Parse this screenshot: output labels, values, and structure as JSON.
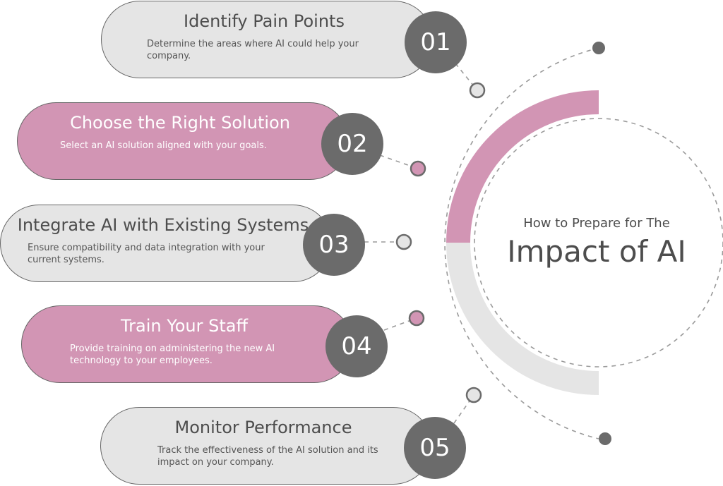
{
  "colors": {
    "pink": "#d295b4",
    "gray_fill": "#e5e5e5",
    "badge": "#6b6b6b",
    "text": "#4d4d4d"
  },
  "center": {
    "subtitle": "How to Prepare for The",
    "title": "Impact of AI"
  },
  "steps": [
    {
      "number": "01",
      "title": "Identify Pain Points",
      "description": "Determine the areas where AI could help your company."
    },
    {
      "number": "02",
      "title": "Choose the Right Solution",
      "description": "Select an AI solution aligned with your goals."
    },
    {
      "number": "03",
      "title": "Integrate AI with Existing Systems",
      "description": "Ensure compatibility and data integration with your current systems."
    },
    {
      "number": "04",
      "title": "Train Your Staff",
      "description": "Provide training on administering the new AI technology to your employees."
    },
    {
      "number": "05",
      "title": "Monitor Performance",
      "description": "Track the effectiveness of the AI solution and its impact on your company."
    }
  ]
}
